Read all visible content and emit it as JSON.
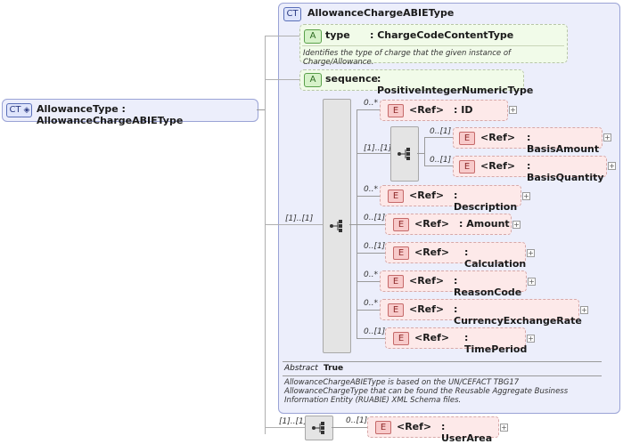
{
  "root": {
    "badge": "CT",
    "label": "AllowanceType : AllowanceChargeABIEType"
  },
  "complex_type": {
    "badge": "CT",
    "title": "AllowanceChargeABIEType",
    "attributes": [
      {
        "badge": "A",
        "name": "type",
        "type": ": ChargeCodeContentType",
        "doc": "Identifies the type of charge that the given instance of Charge/Allowance."
      },
      {
        "badge": "A",
        "name": "sequence",
        "type": ": PositiveIntegerNumericType"
      }
    ],
    "sequence_cardinality": "[1]..[1]",
    "choice_cardinality": "[1]..[1]",
    "elements": [
      {
        "badge": "E",
        "ref": "<Ref>",
        "name": ": ID",
        "card": "0..*"
      },
      {
        "badge": "E",
        "ref": "<Ref>",
        "name": ": Description",
        "card": "0..*"
      },
      {
        "badge": "E",
        "ref": "<Ref>",
        "name": ": Amount",
        "card": "0..[1]"
      },
      {
        "badge": "E",
        "ref": "<Ref>",
        "name": ": Calculation",
        "card": "0..[1]"
      },
      {
        "badge": "E",
        "ref": "<Ref>",
        "name": ": ReasonCode",
        "card": "0..*"
      },
      {
        "badge": "E",
        "ref": "<Ref>",
        "name": ": CurrencyExchangeRate",
        "card": "0..*"
      },
      {
        "badge": "E",
        "ref": "<Ref>",
        "name": ": TimePeriod",
        "card": "0..[1]"
      }
    ],
    "choice_elements": [
      {
        "badge": "E",
        "ref": "<Ref>",
        "name": ": BasisAmount",
        "card": "0..[1]"
      },
      {
        "badge": "E",
        "ref": "<Ref>",
        "name": ": BasisQuantity",
        "card": "0..[1]"
      }
    ],
    "abstract_label": "Abstract",
    "abstract_value": "True",
    "description": "AllowanceChargeABIEType is based on the UN/CEFACT TBG17 AllowanceChargeType that can be found the Reusable Aggregate Business Information Entity (RUABIE) XML Schema files."
  },
  "bottom": {
    "seq_cardinality": "[1]..[1]",
    "element": {
      "badge": "E",
      "ref": "<Ref>",
      "name": ": UserArea",
      "card": "0..[1]"
    }
  },
  "icons": {
    "sequence": "sequence-compositor-icon",
    "choice": "choice-compositor-icon",
    "expand": "expand-plus-icon"
  }
}
